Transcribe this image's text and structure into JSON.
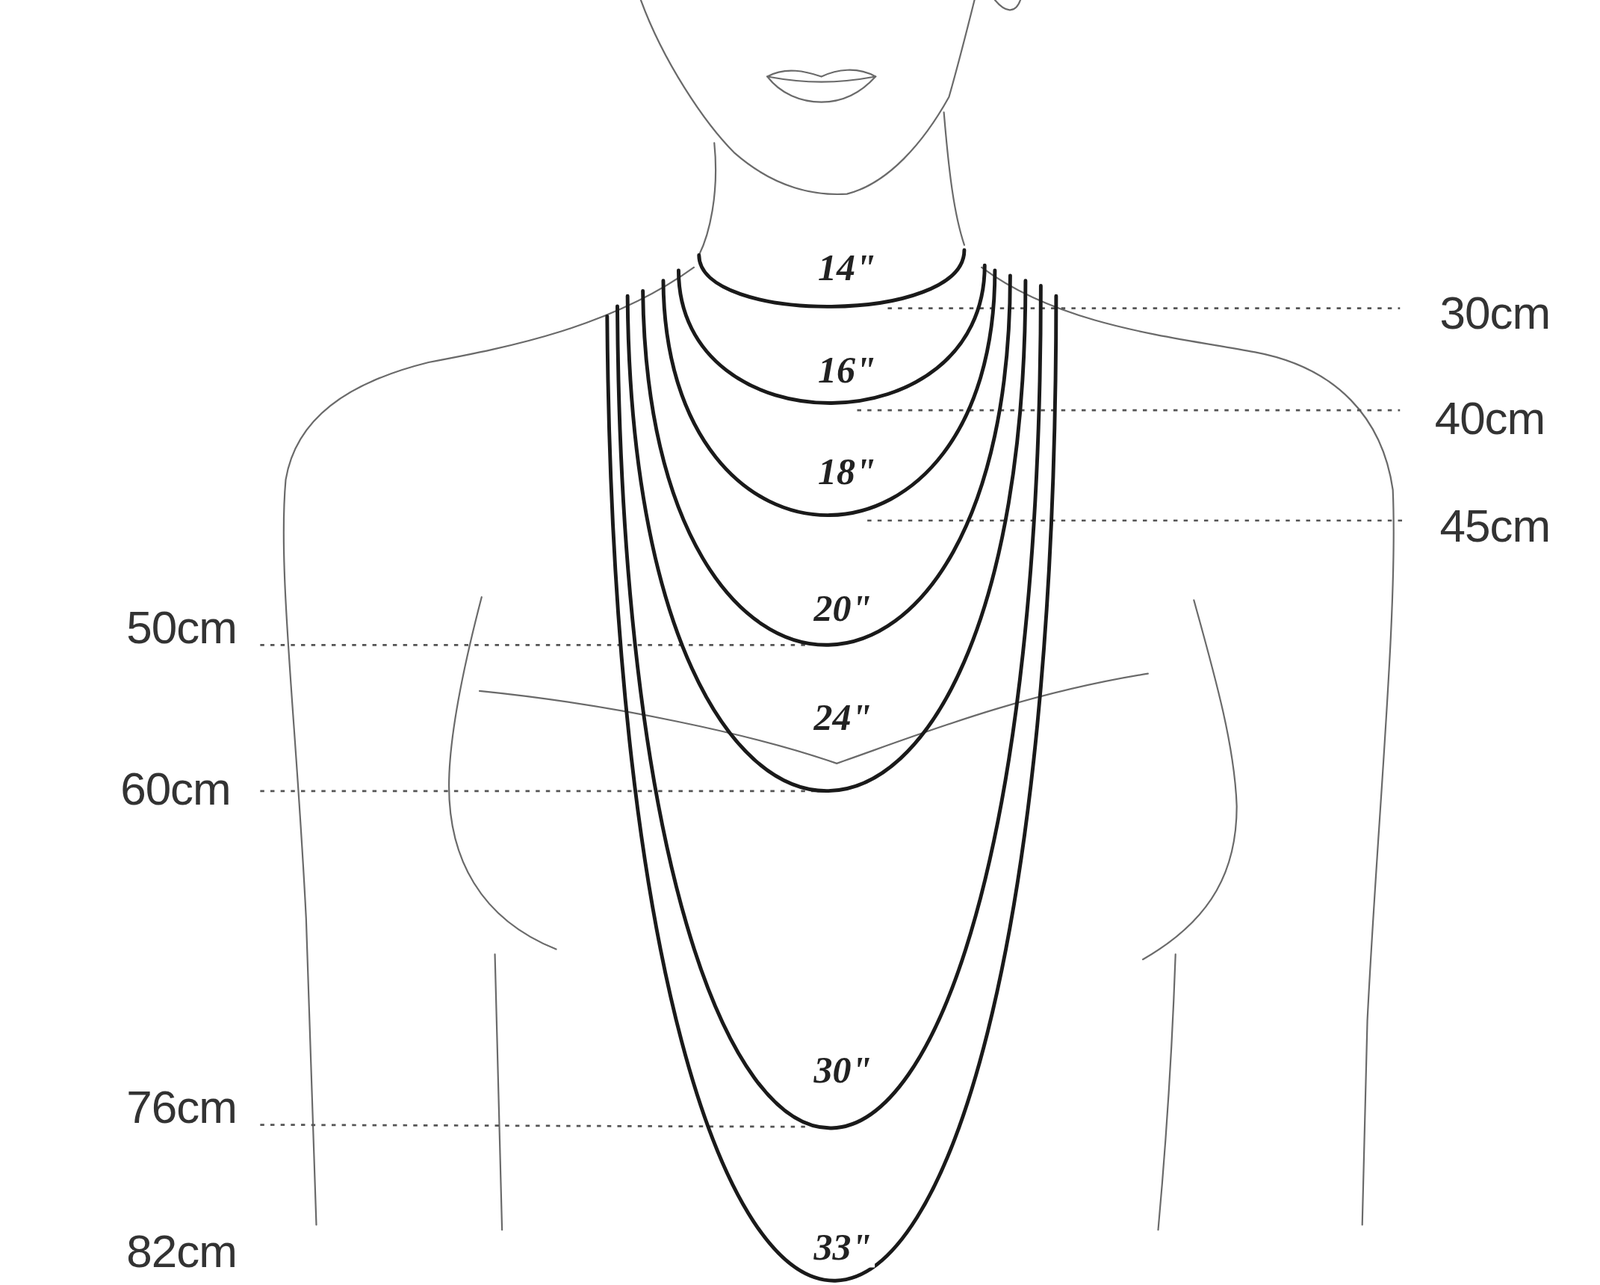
{
  "diagram": {
    "labels": [
      "14\"",
      "30cm",
      "16\"",
      "40cm",
      "18\"",
      "45cm",
      "50cm",
      "20\"",
      "24\"",
      "60cm",
      "30\"",
      "76cm",
      "33\"",
      "82cm"
    ]
  }
}
